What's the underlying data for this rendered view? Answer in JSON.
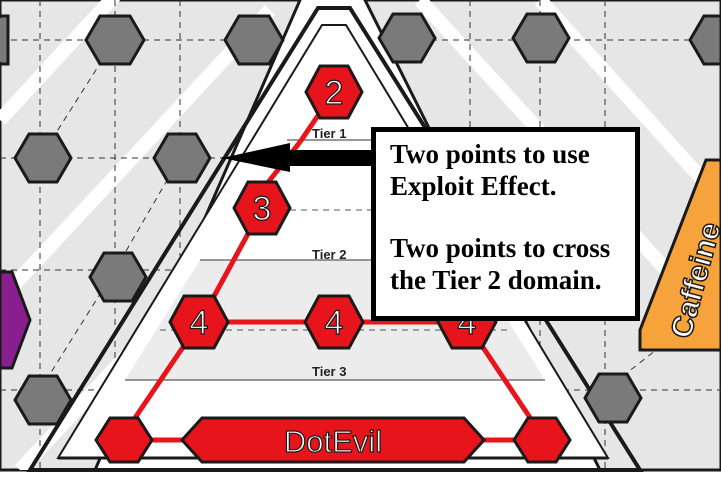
{
  "board": {
    "colors": {
      "red": "#e8141b",
      "gray_hex": "#7a7a7a",
      "purple": "#8b1e8f",
      "orange": "#f5a33a",
      "panel": "#e6e6e6",
      "dark_border": "#1a1a1a"
    },
    "nodes": [
      {
        "name": "node-tier1",
        "label": "2"
      },
      {
        "name": "node-tier2",
        "label": "3"
      },
      {
        "name": "node-tier3-left",
        "label": "4"
      },
      {
        "name": "node-tier3-center",
        "label": "4"
      },
      {
        "name": "node-tier3-right",
        "label": "4"
      }
    ],
    "tiers": [
      "Tier 1",
      "Tier 2",
      "Tier 3"
    ],
    "domain_name": "DotEvil",
    "side_label": "Caffeine"
  },
  "callout": {
    "line1": "Two points to use",
    "line2": "Exploit Effect.",
    "line3": "Two points to cross",
    "line4": "the Tier 2 domain."
  }
}
